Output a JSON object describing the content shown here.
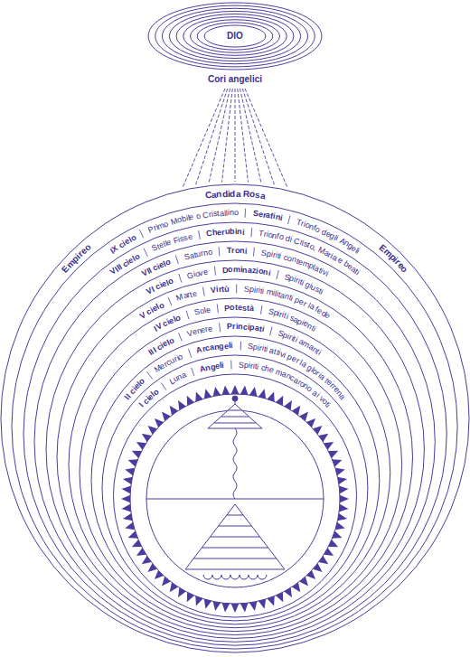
{
  "diagram": {
    "nodes": [
      {
        "text": [
          "DIO"
        ]
      },
      {
        "text": [
          "Candida Rosa",
          "Empireo",
          "Empireo"
        ]
      },
      {
        "text": [
          "IX cielo",
          "Primo Mobile o Cristallino",
          "Serafini",
          "Trionfo degli Angeli"
        ]
      },
      {
        "text": [
          "VIII cielo",
          "Stelle Fisse",
          "Cherubini",
          "Trionfo di Cristo, Maria e beati"
        ]
      },
      {
        "text": [
          "VII cielo",
          "Saturno",
          "Troni",
          "Spiriti contemplativi"
        ]
      },
      {
        "text": [
          "VI cielo",
          "Giove",
          "Dominazioni",
          "Spiriti giusti"
        ]
      },
      {
        "text": [
          "V cielo",
          "Marte",
          "Virtù",
          "Spiriti militanti per la fede"
        ]
      },
      {
        "text": [
          "IV cielo",
          "Sole",
          "Potestà",
          "Spiriti sapienti"
        ]
      },
      {
        "text": [
          "III cielo",
          "Venere",
          "Principati",
          "Spiriti amanti"
        ]
      },
      {
        "text": [
          "II cielo",
          "Mercurio",
          "Arcangeli",
          "Spiriti attivi per la gloria terrena"
        ]
      },
      {
        "text": [
          "I cielo",
          "Luna",
          "Angeli",
          "Spiriti che mancarono ai voti"
        ]
      }
    ],
    "labels": [
      "Cori angelici"
    ]
  }
}
